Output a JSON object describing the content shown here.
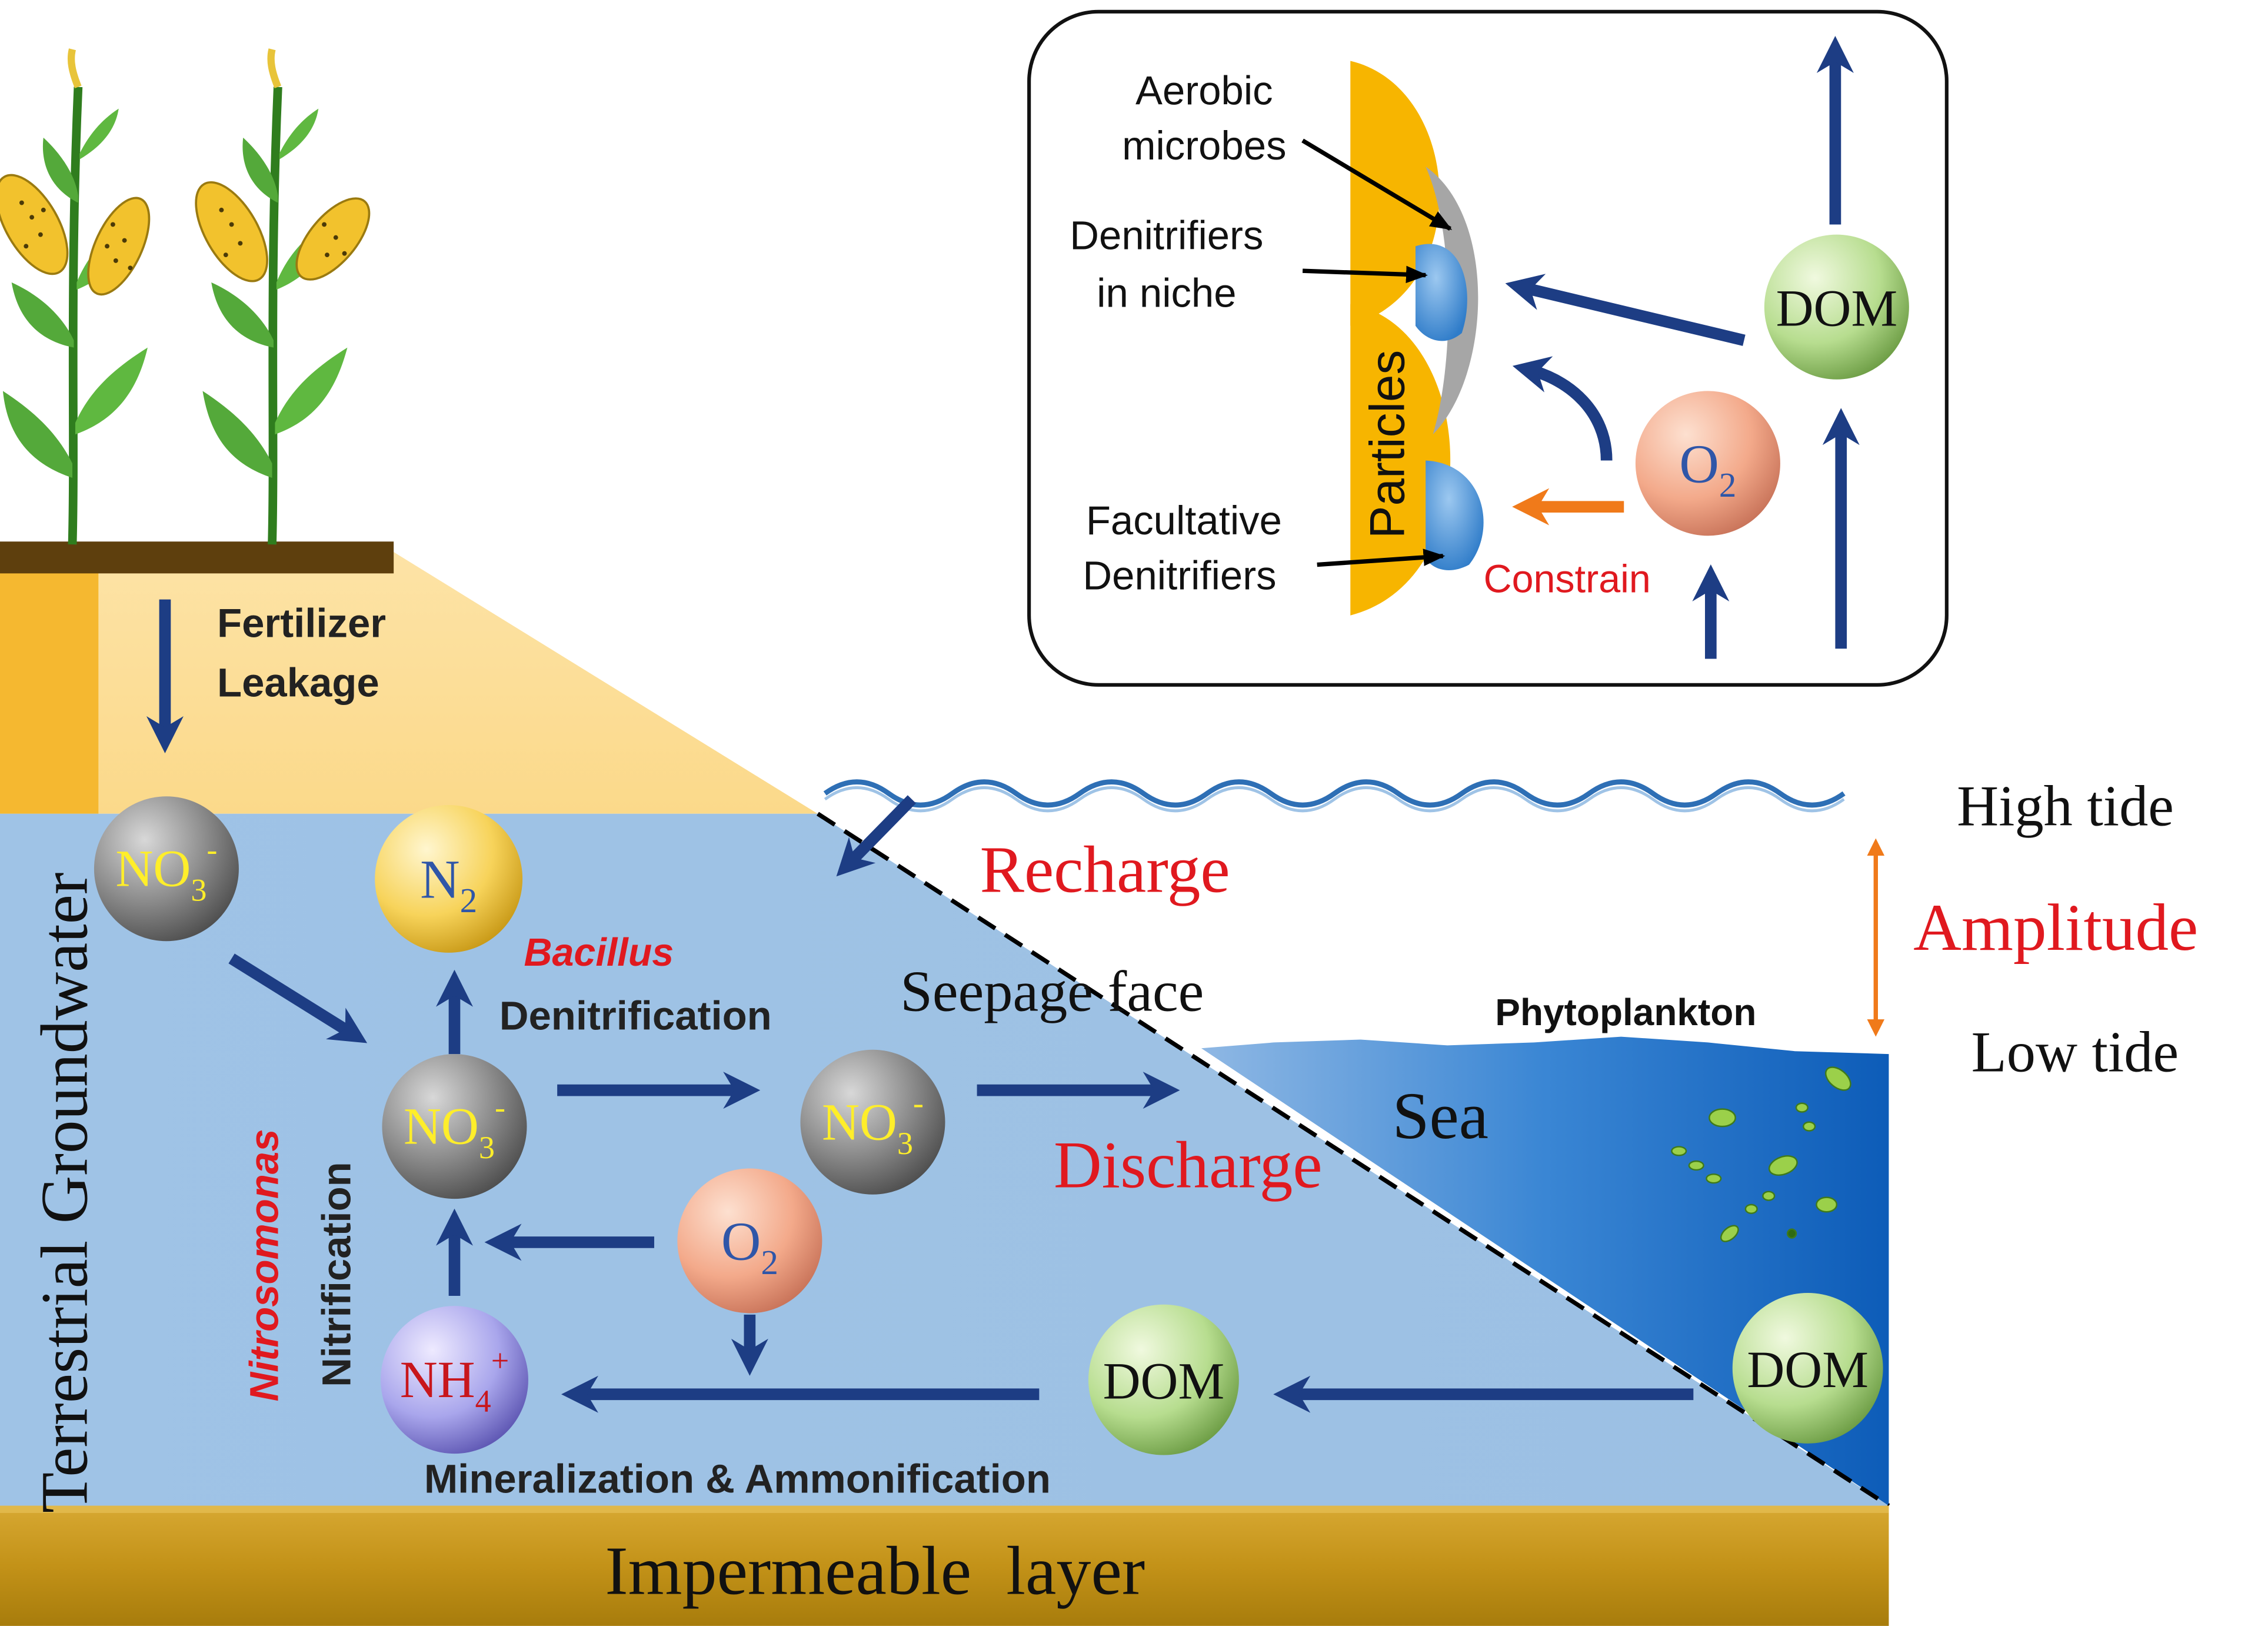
{
  "labels": {
    "fertilizer_line1": "Fertilizer",
    "fertilizer_line2": "Leakage",
    "terrestrial": "Terrestrial Groundwater",
    "recharge": "Recharge",
    "seepage_face": "Seepage face",
    "discharge": "Discharge",
    "sea": "Sea",
    "high_tide": "High tide",
    "amplitude": "Amplitude",
    "low_tide": "Low tide",
    "phytoplankton": "Phytoplankton",
    "bacillus": "Bacillus",
    "denitrification": "Denitrification",
    "nitrosomonas": "Nitrosomonas",
    "nitrification": "Nitrification",
    "mineralization": "Mineralization & Ammonification",
    "impermeable": "Impermeable  layer"
  },
  "nodes": {
    "no3_left": {
      "base": "NO",
      "sub": "3",
      "sup": "-"
    },
    "n2": {
      "base": "N",
      "sub": "2",
      "sup": ""
    },
    "no3_center": {
      "base": "NO",
      "sub": "3",
      "sup": "-"
    },
    "no3_right": {
      "base": "NO",
      "sub": "3",
      "sup": "-"
    },
    "o2_main": {
      "base": "O",
      "sub": "2",
      "sup": ""
    },
    "nh4": {
      "base": "NH",
      "sub": "4",
      "sup": "+"
    },
    "dom_center": {
      "base": "DOM"
    },
    "dom_sea": {
      "base": "DOM"
    },
    "dom_inset": {
      "base": "DOM"
    },
    "o2_inset": {
      "base": "O",
      "sub": "2",
      "sup": ""
    }
  },
  "inset": {
    "aerobic_line1": "Aerobic",
    "aerobic_line2": "microbes",
    "denitrifiers_line1": "Denitrifiers",
    "denitrifiers_line2": "in niche",
    "facultative_line1": "Facultative",
    "facultative_line2": "Denitrifiers",
    "particles": "Particles",
    "constrain": "Constrain"
  },
  "colors": {
    "groundwater": "#9fc3e6",
    "terrestrial_yellow": "#f6c34a",
    "sea_blue": "#1f6fc6",
    "arrow_blue": "#1d3d84",
    "red_text": "#e0191f",
    "orange_arrow": "#f07a1a",
    "impermeable": "#b88a10",
    "soil": "#6a4a10"
  }
}
